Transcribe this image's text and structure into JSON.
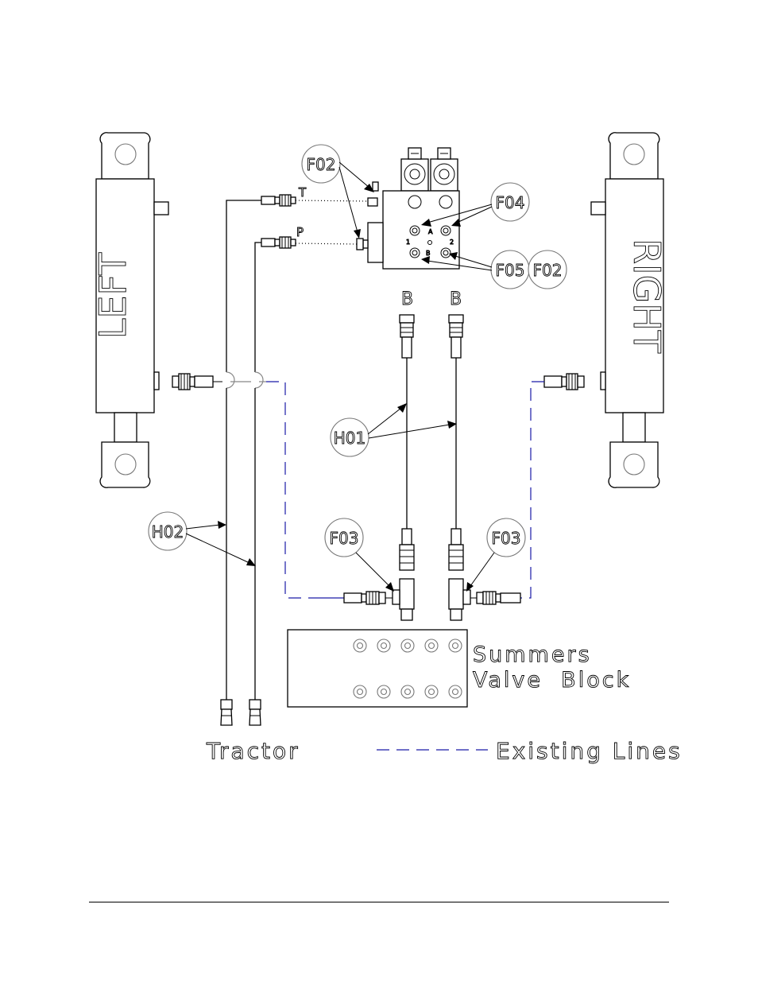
{
  "cylinders": {
    "left": "LEFT",
    "right": "RIGHT"
  },
  "ports": {
    "tank": "T",
    "pressure": "P",
    "valve_a": "A",
    "valve_b": "B",
    "valve_1": "1",
    "valve_2": "2",
    "line_b_left": "B",
    "line_b_right": "B"
  },
  "callouts": {
    "f02_top": "F02",
    "f04": "F04",
    "f05": "F05",
    "f02_side": "F02",
    "h01": "H01",
    "h02": "H02",
    "f03_left": "F03",
    "f03_right": "F03"
  },
  "valve_block": {
    "line1": "Summers",
    "line2": "Valve  Block"
  },
  "legend": {
    "tractor": "Tractor",
    "existing_lines": "Existing Lines"
  },
  "colors": {
    "line": "#000000",
    "existing_line": "#1a1aa6",
    "ghost": "#888888"
  }
}
